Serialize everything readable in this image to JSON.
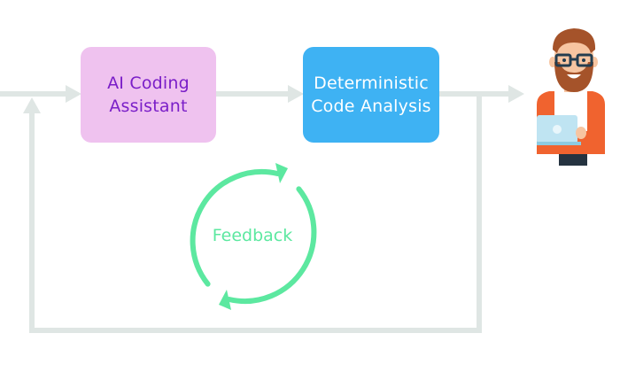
{
  "diagram": {
    "colors": {
      "connector": "#dfe6e4",
      "ai_box_fill": "#efc2ef",
      "ai_box_text": "#7a1ec8",
      "analysis_box_fill": "#3eb2f3",
      "analysis_box_text": "#ffffff",
      "feedback": "#5ce8a0"
    },
    "nodes": {
      "ai_assistant": {
        "line1": "AI Coding",
        "line2": "Assistant"
      },
      "code_analysis": {
        "line1": "Deterministic",
        "line2": "Code Analysis"
      }
    },
    "feedback": {
      "label": "Feedback"
    },
    "actor": {
      "icon": "developer-with-laptop-icon"
    }
  }
}
